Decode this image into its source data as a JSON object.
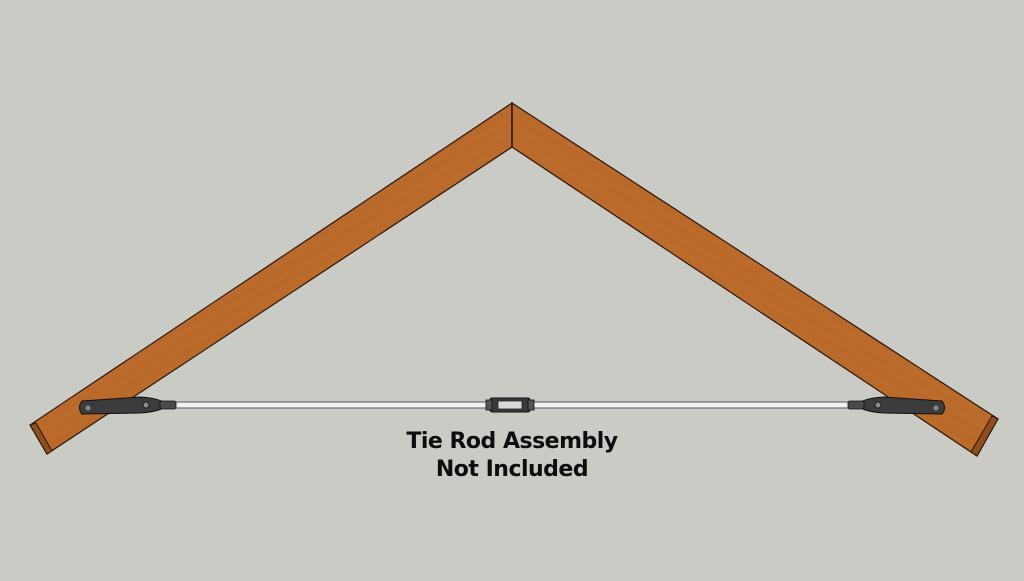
{
  "caption": {
    "line1": "Tie Rod Assembly",
    "line2": "Not Included"
  },
  "colors": {
    "background": "#cbcbc6",
    "wood_face": "#c0702a",
    "wood_edge": "#8f4f1c",
    "wood_dark": "#7a4015",
    "rod": "#f2f2f2",
    "rod_outline": "#555555",
    "hardware": "#3c3c3c",
    "caption_text": "#0d0d0d"
  },
  "parts": {
    "left_rafter": "rafter",
    "right_rafter": "rafter",
    "tie_rod": "rod",
    "turnbuckle": "turnbuckle",
    "left_bracket": "bracket",
    "right_bracket": "bracket"
  }
}
